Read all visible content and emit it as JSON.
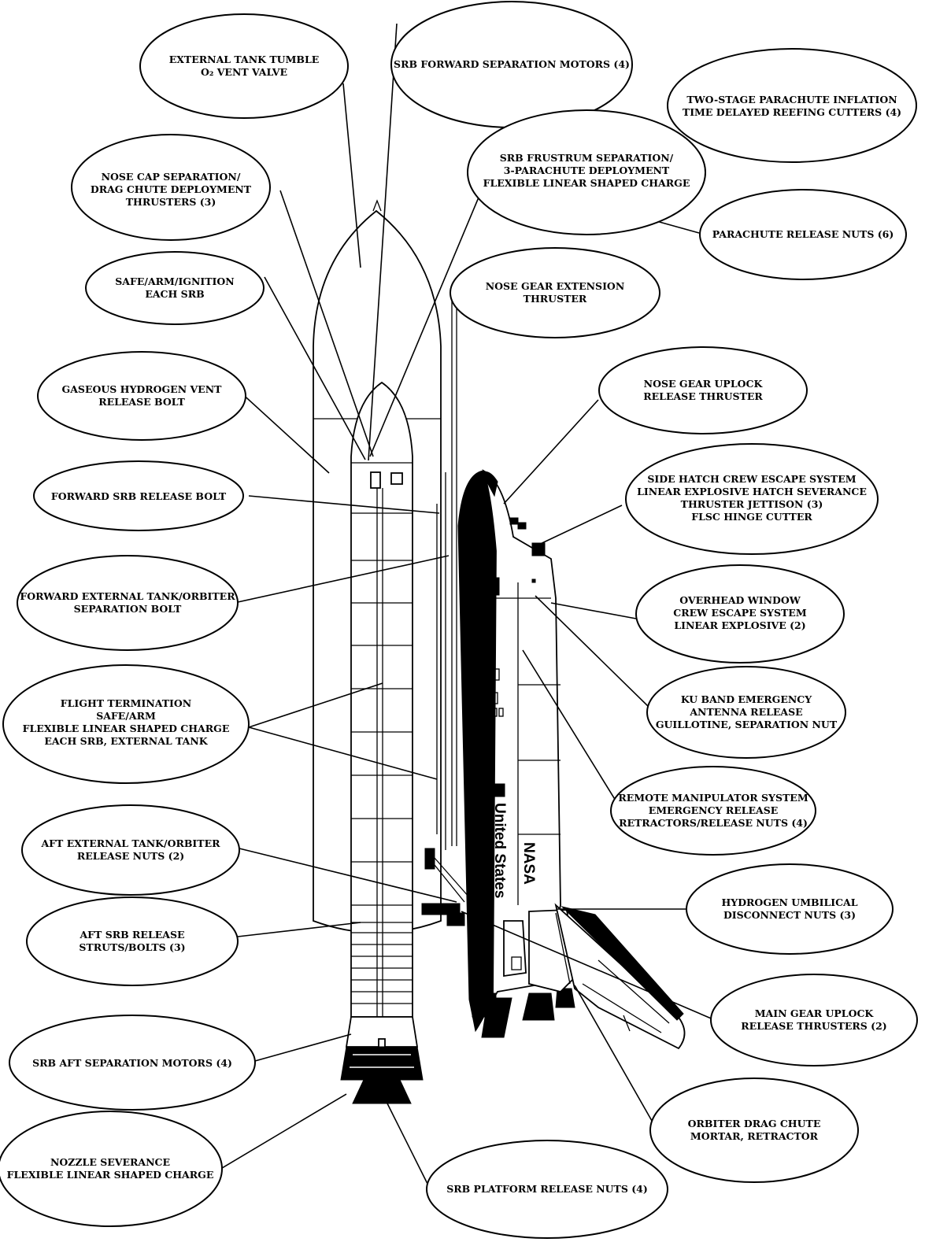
{
  "labels": {
    "et_o2_vent": [
      "EXTERNAL TANK TUMBLE",
      "O₂ VENT VALVE"
    ],
    "srb_fwd_sep_motors": [
      "SRB FORWARD SEPARATION MOTORS (4)"
    ],
    "two_stage_parachute": [
      "TWO-STAGE PARACHUTE INFLATION",
      "TIME DELAYED REEFING CUTTERS (4)"
    ],
    "srb_frustum_sep": [
      "SRB FRUSTRUM SEPARATION/",
      "3-PARACHUTE DEPLOYMENT",
      "FLEXIBLE LINEAR SHAPED CHARGE"
    ],
    "nose_cap_sep": [
      "NOSE CAP SEPARATION/",
      "DRAG CHUTE DEPLOYMENT",
      "THRUSTERS (3)"
    ],
    "parachute_release_nuts": [
      "PARACHUTE RELEASE NUTS (6)"
    ],
    "safe_arm_ignition": [
      "SAFE/ARM/IGNITION",
      "EACH SRB"
    ],
    "nose_gear_extension": [
      "NOSE GEAR EXTENSION",
      "THRUSTER"
    ],
    "gaseous_h2_vent": [
      "GASEOUS HYDROGEN VENT",
      "RELEASE BOLT"
    ],
    "nose_gear_uplock": [
      "NOSE GEAR UPLOCK",
      "RELEASE THRUSTER"
    ],
    "forward_srb_bolt": [
      "FORWARD SRB RELEASE BOLT"
    ],
    "side_hatch": [
      "SIDE HATCH CREW ESCAPE SYSTEM",
      "LINEAR EXPLOSIVE HATCH SEVERANCE",
      "THRUSTER JETTISON (3)",
      "FLSC HINGE CUTTER"
    ],
    "fwd_et_orbiter_bolt": [
      "FORWARD EXTERNAL TANK/ORBITER",
      "SEPARATION BOLT"
    ],
    "overhead_window": [
      "OVERHEAD WINDOW",
      "CREW ESCAPE SYSTEM",
      "LINEAR EXPLOSIVE (2)"
    ],
    "flight_termination": [
      "FLIGHT TERMINATION",
      "SAFE/ARM",
      "FLEXIBLE LINEAR SHAPED CHARGE",
      "EACH SRB, EXTERNAL TANK"
    ],
    "ku_band": [
      "KU BAND EMERGENCY",
      "ANTENNA RELEASE",
      "GUILLOTINE, SEPARATION NUT"
    ],
    "rms_release": [
      "REMOTE MANIPULATOR SYSTEM",
      "EMERGENCY RELEASE",
      "RETRACTORS/RELEASE NUTS (4)"
    ],
    "aft_et_orbiter_nuts": [
      "AFT EXTERNAL TANK/ORBITER",
      "RELEASE NUTS (2)"
    ],
    "hydrogen_umbilical": [
      "HYDROGEN UMBILICAL",
      "DISCONNECT NUTS (3)"
    ],
    "aft_srb_struts": [
      "AFT SRB RELEASE",
      "STRUTS/BOLTS (3)"
    ],
    "main_gear_uplock": [
      "MAIN GEAR UPLOCK",
      "RELEASE THRUSTERS (2)"
    ],
    "srb_aft_sep_motors": [
      "SRB AFT SEPARATION MOTORS (4)"
    ],
    "orbiter_drag_chute": [
      "ORBITER DRAG CHUTE",
      "MORTAR, RETRACTOR"
    ],
    "nozzle_severance": [
      "NOZZLE SEVERANCE",
      "FLEXIBLE LINEAR SHAPED CHARGE"
    ],
    "srb_platform_nuts": [
      "SRB PLATFORM RELEASE NUTS (4)"
    ]
  },
  "orbiter_markings": {
    "name": "United States",
    "agency": "NASA"
  }
}
